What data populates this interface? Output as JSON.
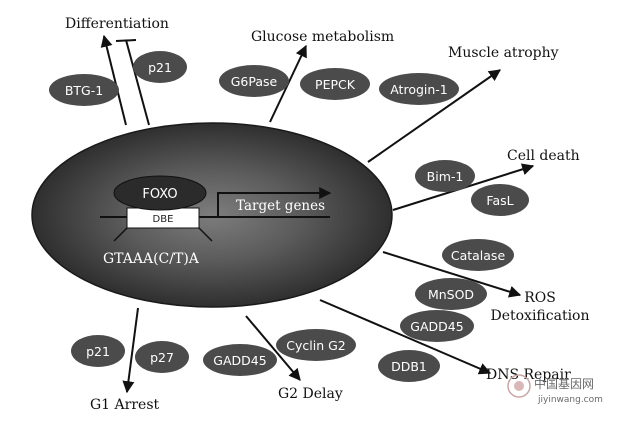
{
  "core": {
    "foxo": "FOXO",
    "dbe": "DBE",
    "target_genes": "Target genes",
    "motif": "GTAAA(C/T)A"
  },
  "labels": {
    "differentiation": "Differentiation",
    "glucose_metabolism": "Glucose metabolism",
    "muscle_atrophy": "Muscle atrophy",
    "cell_death": "Cell death",
    "ros_detox_line1": "ROS",
    "ros_detox_line2": "Detoxification",
    "dns_repair": "DNS Repair",
    "g2_delay": "G2 Delay",
    "g1_arrest": "G1 Arrest"
  },
  "genes": {
    "btg1": "BTG-1",
    "p21_top": "p21",
    "g6pase": "G6Pase",
    "pepck": "PEPCK",
    "atrogin1": "Atrogin-1",
    "bim1": "Bim-1",
    "fasl": "FasL",
    "catalase": "Catalase",
    "mnsod": "MnSOD",
    "gadd45_right": "GADD45",
    "ddb1": "DDB1",
    "cyclin_g2": "Cyclin G2",
    "gadd45_bottom": "GADD45",
    "p21_bottom": "p21",
    "p27": "p27"
  },
  "watermark": {
    "cn": "中国基因网",
    "en": "jiyinwang.com"
  },
  "colors": {
    "background": "#ffffff",
    "pill_fill": "#4b4b4b",
    "core_dark": "#232323",
    "arrow": "#111111"
  }
}
